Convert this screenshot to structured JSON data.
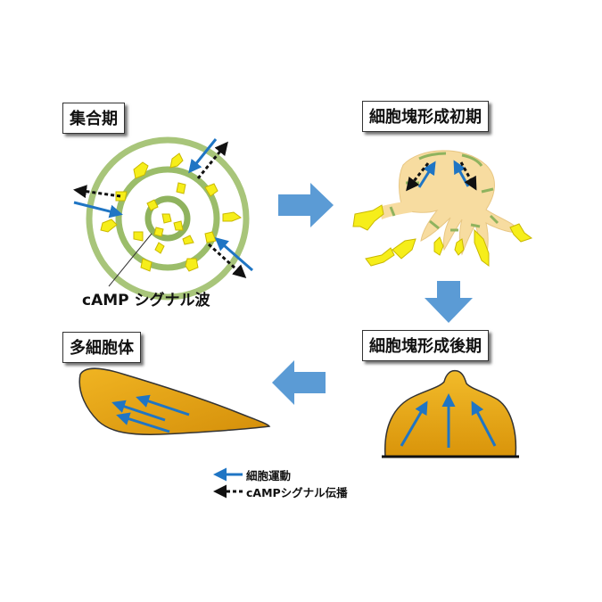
{
  "stages": {
    "aggregation": "集合期",
    "early_mound": "細胞塊形成初期",
    "late_mound": "細胞塊形成後期",
    "multicellular": "多細胞体"
  },
  "wave_label": "cAMP シグナル波",
  "legend": {
    "cell_movement": "細胞運動",
    "camp_signal": "cAMPシグナル伝播"
  },
  "colors": {
    "cell_yellow": "#f6ee1a",
    "ring_green": "#9bbd6a",
    "stream_tan": "#f7dca0",
    "mound_orange": "#e6a40f",
    "arrow_blue": "#1f75c4",
    "flow_arrow": "#5b9bd5"
  }
}
